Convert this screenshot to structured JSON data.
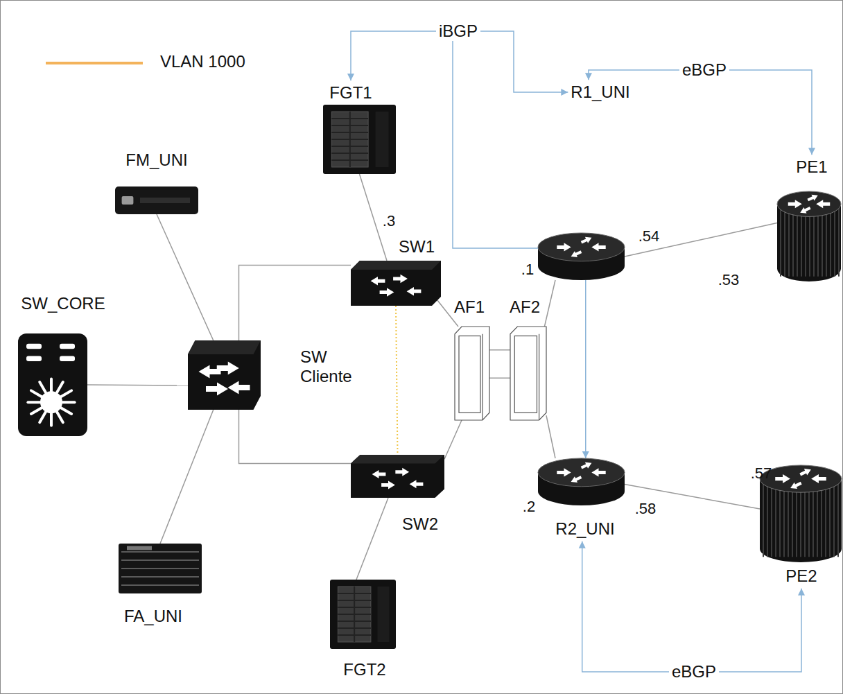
{
  "diagram": {
    "nodes": [
      {
        "text": [
          "FGT1"
        ]
      },
      {
        "text": [
          "FM_UNI"
        ]
      },
      {
        "text": [
          "SW1"
        ]
      },
      {
        "text": [
          "R1_UNI"
        ]
      },
      {
        "text": [
          "PE1"
        ]
      },
      {
        "text": [
          "SW_CORE"
        ]
      },
      {
        "text": [
          "SW Cliente"
        ]
      },
      {
        "text": [
          "AF1"
        ]
      },
      {
        "text": [
          "AF2"
        ]
      },
      {
        "text": [
          "SW2"
        ]
      },
      {
        "text": [
          "R2_UNI"
        ]
      },
      {
        "text": [
          "PE2"
        ]
      },
      {
        "text": [
          "FA_UNI"
        ]
      },
      {
        "text": [
          "FGT2"
        ]
      }
    ],
    "edges": [
      {
        "from": 0,
        "to": 3,
        "label": "iBGP",
        "arrow": "both"
      },
      {
        "from": 3,
        "to": 4,
        "label": "eBGP",
        "arrow": "both"
      },
      {
        "from": 10,
        "to": 11,
        "label": "eBGP",
        "arrow": "both"
      },
      {
        "from": 0,
        "to": 2,
        "arrow": "none"
      },
      {
        "from": 1,
        "to": 6,
        "arrow": "none"
      },
      {
        "from": 5,
        "to": 6,
        "arrow": "none"
      },
      {
        "from": 12,
        "to": 6,
        "arrow": "none"
      },
      {
        "from": 6,
        "to": 2,
        "arrow": "none"
      },
      {
        "from": 6,
        "to": 9,
        "arrow": "none"
      },
      {
        "from": 13,
        "to": 9,
        "arrow": "none"
      },
      {
        "from": 2,
        "to": 9,
        "arrow": "none"
      },
      {
        "from": 2,
        "to": 7,
        "arrow": "none"
      },
      {
        "from": 9,
        "to": 7,
        "arrow": "none"
      },
      {
        "from": 7,
        "to": 8,
        "arrow": "none"
      },
      {
        "from": 7,
        "to": 8,
        "arrow": "none"
      },
      {
        "from": 3,
        "to": 8,
        "arrow": "none"
      },
      {
        "from": 8,
        "to": 10,
        "arrow": "none"
      },
      {
        "from": 3,
        "to": 4,
        "arrow": "none"
      },
      {
        "from": 10,
        "to": 11,
        "arrow": "none"
      },
      {
        "from": 3,
        "to": 10,
        "arrow": "to"
      }
    ],
    "labels": [
      ".3",
      ".1",
      ".54",
      ".53",
      ".2",
      ".58",
      ".57"
    ],
    "legend": [
      {
        "text": "VLAN 1000"
      }
    ]
  }
}
